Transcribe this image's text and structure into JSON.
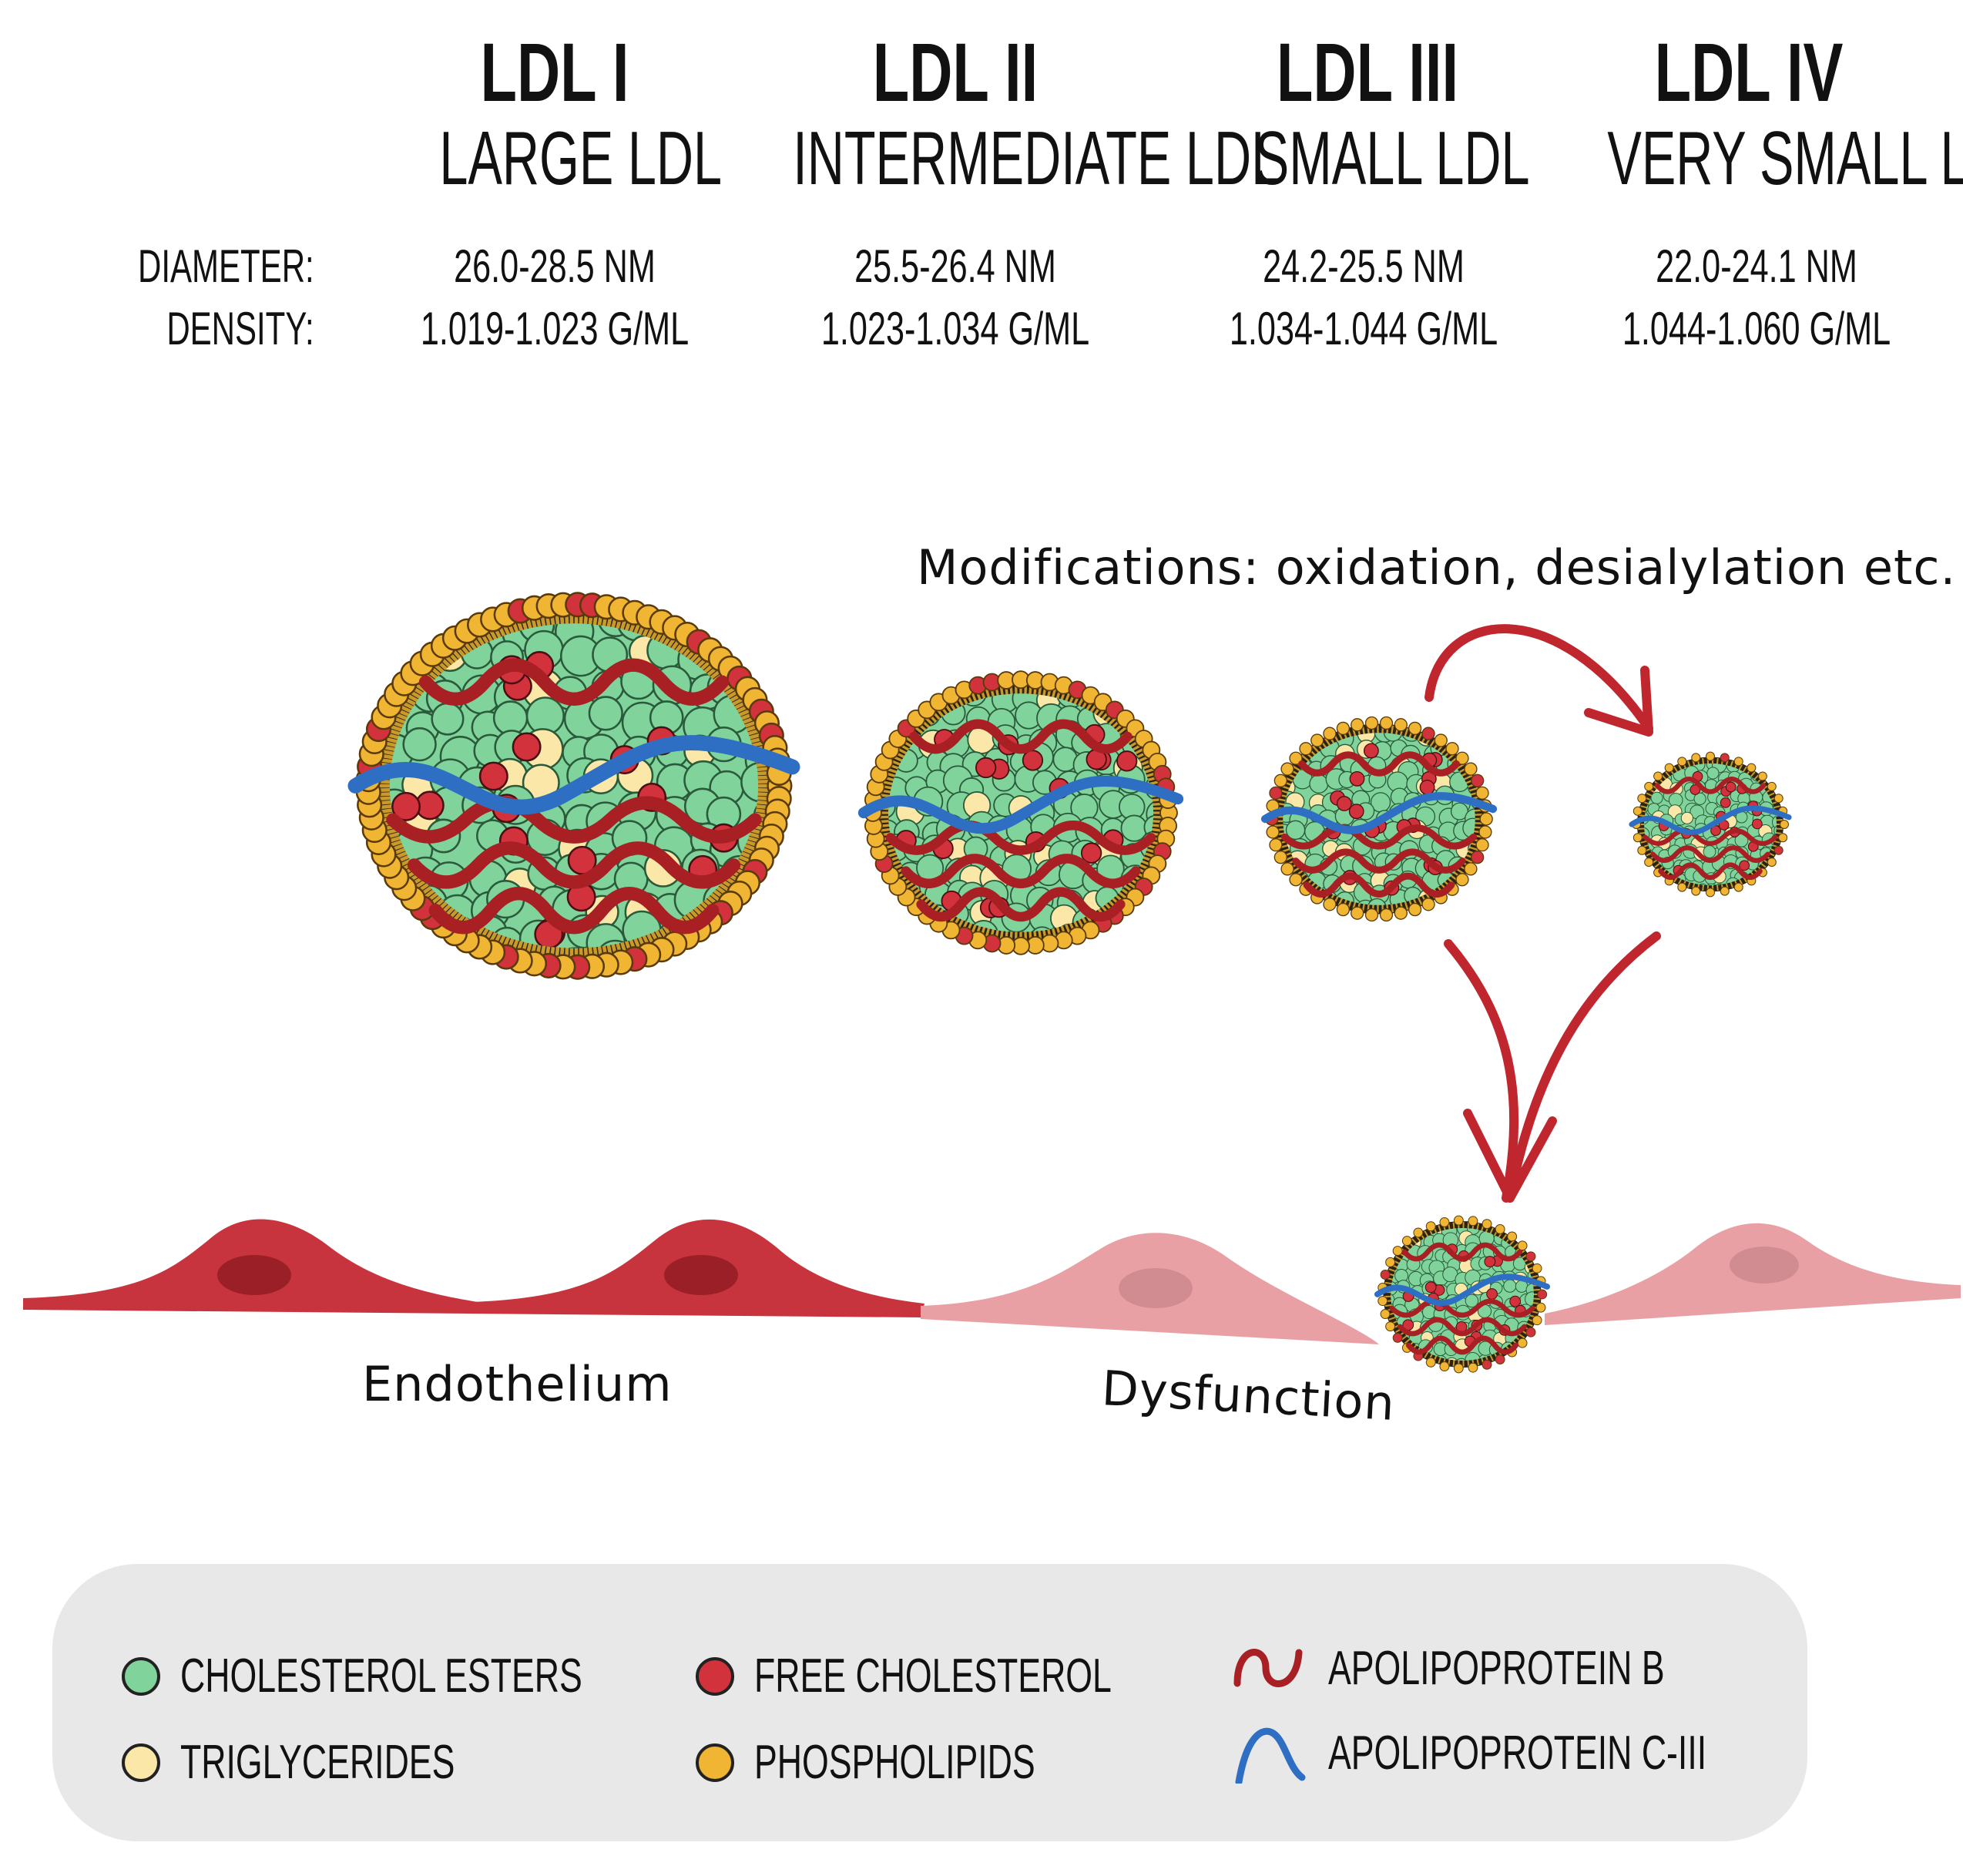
{
  "columns": [
    {
      "title": "LDL I",
      "subtitle": "LARGE LDL",
      "diameter": "26.0-28.5 NM",
      "density": "1.019-1.023 G/ML"
    },
    {
      "title": "LDL II",
      "subtitle": "INTERMEDIATE LDL",
      "diameter": "25.5-26.4 NM",
      "density": "1.023-1.034 G/ML"
    },
    {
      "title": "LDL III",
      "subtitle": "SMALL LDL",
      "diameter": "24.2-25.5 NM",
      "density": "1.034-1.044 G/ML"
    },
    {
      "title": "LDL IV",
      "subtitle": "VERY SMALL LDL",
      "diameter": "22.0-24.1 NM",
      "density": "1.044-1.060 G/ML"
    }
  ],
  "row_labels": {
    "diameter": "DIAMETER:",
    "density": "DENSITY:"
  },
  "annotations": {
    "modifications": "Modifications: oxidation, desialylation etc.",
    "endothelium": "Endothelium",
    "dysfunction": "Dysfunction"
  },
  "legend": {
    "cholesterol_esters": "CHOLESTEROL ESTERS",
    "triglycerides": "TRIGLYCERIDES",
    "free_cholesterol": "FREE CHOLESTEROL",
    "phospholipids": "PHOSPHOLIPIDS",
    "apob": "APOLIPOPROTEIN B",
    "apoc3": "APOLIPOPROTEIN C-III"
  },
  "colors": {
    "cholesterol_esters": "#7fd39b",
    "triglycerides": "#fbe7a8",
    "free_cholesterol": "#d1323c",
    "phospholipids": "#f0b532",
    "apob": "#a81f24",
    "apoc3": "#2e6fc4",
    "endothelium_healthy": "#c8343d",
    "endothelium_dysfunction": "#e8a0a4",
    "arrow": "#c0262d",
    "legend_bg": "#e8e8e8"
  }
}
